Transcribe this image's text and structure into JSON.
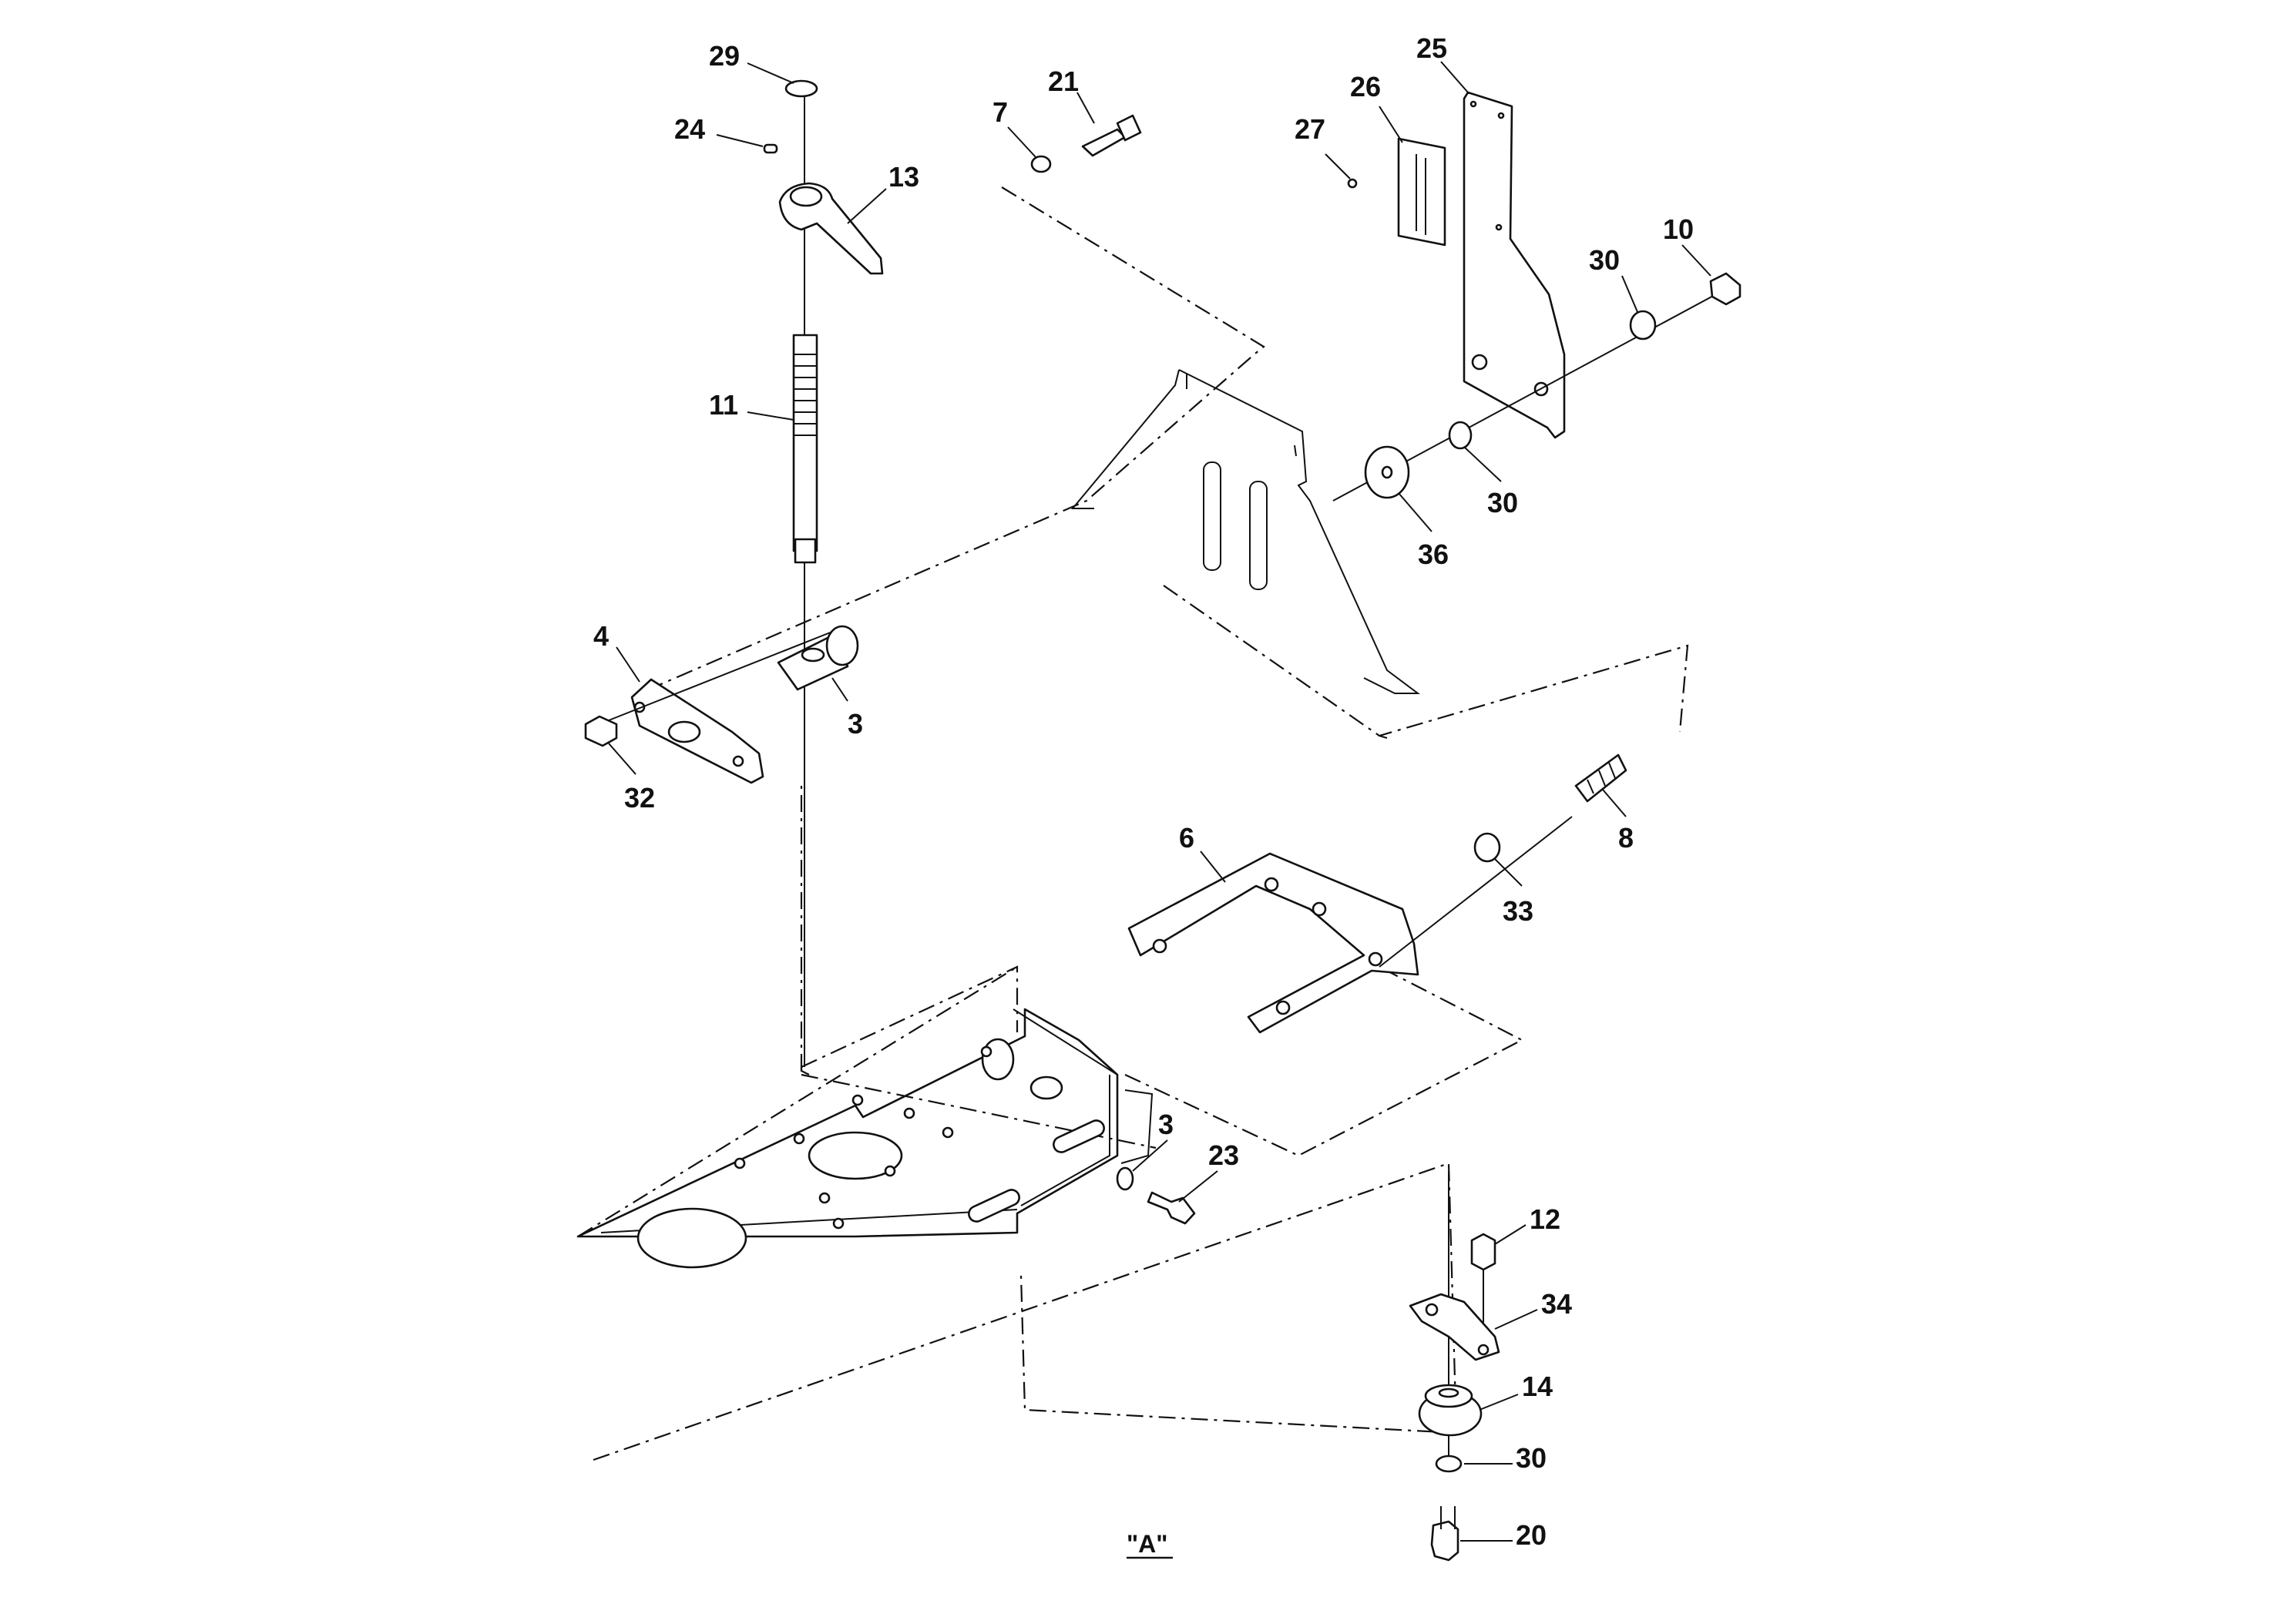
{
  "diagram": {
    "view_label": "\"A\"",
    "callouts": {
      "c29": "29",
      "c24": "24",
      "c13": "13",
      "c11": "11",
      "c4": "4",
      "c3a": "3",
      "c32": "32",
      "c7": "7",
      "c21": "21",
      "c25": "25",
      "c26": "26",
      "c27": "27",
      "c30a": "30",
      "c10": "10",
      "c30b": "30",
      "c36": "36",
      "c6": "6",
      "c33": "33",
      "c8": "8",
      "c3b": "3",
      "c23": "23",
      "c12": "12",
      "c34": "34",
      "c14": "14",
      "c30c": "30",
      "c20": "20"
    },
    "parts": [
      {
        "id": "29",
        "name": "snap-ring"
      },
      {
        "id": "24",
        "name": "pin"
      },
      {
        "id": "13",
        "name": "lever"
      },
      {
        "id": "11",
        "name": "threaded-rod"
      },
      {
        "id": "4",
        "name": "link-plate"
      },
      {
        "id": "3",
        "name": "bushing"
      },
      {
        "id": "32",
        "name": "nut"
      },
      {
        "id": "7",
        "name": "washer"
      },
      {
        "id": "21",
        "name": "bolt"
      },
      {
        "id": "25",
        "name": "bracket-plate"
      },
      {
        "id": "26",
        "name": "decal-scale"
      },
      {
        "id": "27",
        "name": "rivet"
      },
      {
        "id": "30",
        "name": "washer"
      },
      {
        "id": "10",
        "name": "nut"
      },
      {
        "id": "36",
        "name": "large-washer"
      },
      {
        "id": "6",
        "name": "fork-bracket"
      },
      {
        "id": "33",
        "name": "spacer"
      },
      {
        "id": "8",
        "name": "stud"
      },
      {
        "id": "23",
        "name": "bolt"
      },
      {
        "id": "12",
        "name": "screw"
      },
      {
        "id": "34",
        "name": "retainer-plate"
      },
      {
        "id": "14",
        "name": "rubber-mount"
      },
      {
        "id": "20",
        "name": "bolt"
      }
    ]
  }
}
